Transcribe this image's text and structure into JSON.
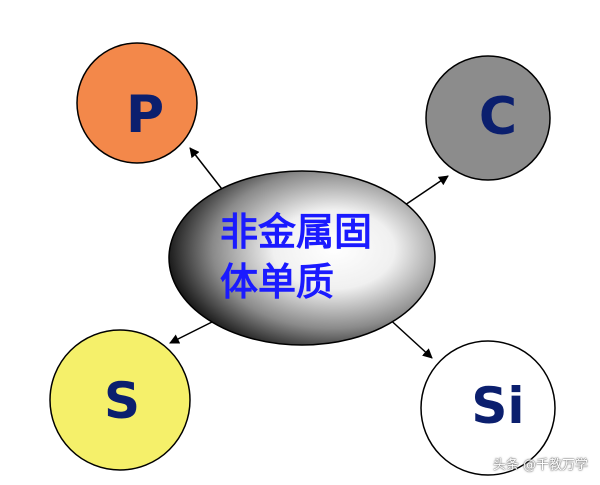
{
  "center": {
    "line1": "非金属固",
    "line2": "体单质"
  },
  "nodes": [
    {
      "id": "p",
      "label": "P",
      "color": "#f3884a"
    },
    {
      "id": "c",
      "label": "C",
      "color": "#8c8c8c"
    },
    {
      "id": "s",
      "label": "S",
      "color": "#f5f06a"
    },
    {
      "id": "si",
      "label": "Si",
      "color": "#ffffff"
    }
  ],
  "watermark": "头条 @千教万学"
}
